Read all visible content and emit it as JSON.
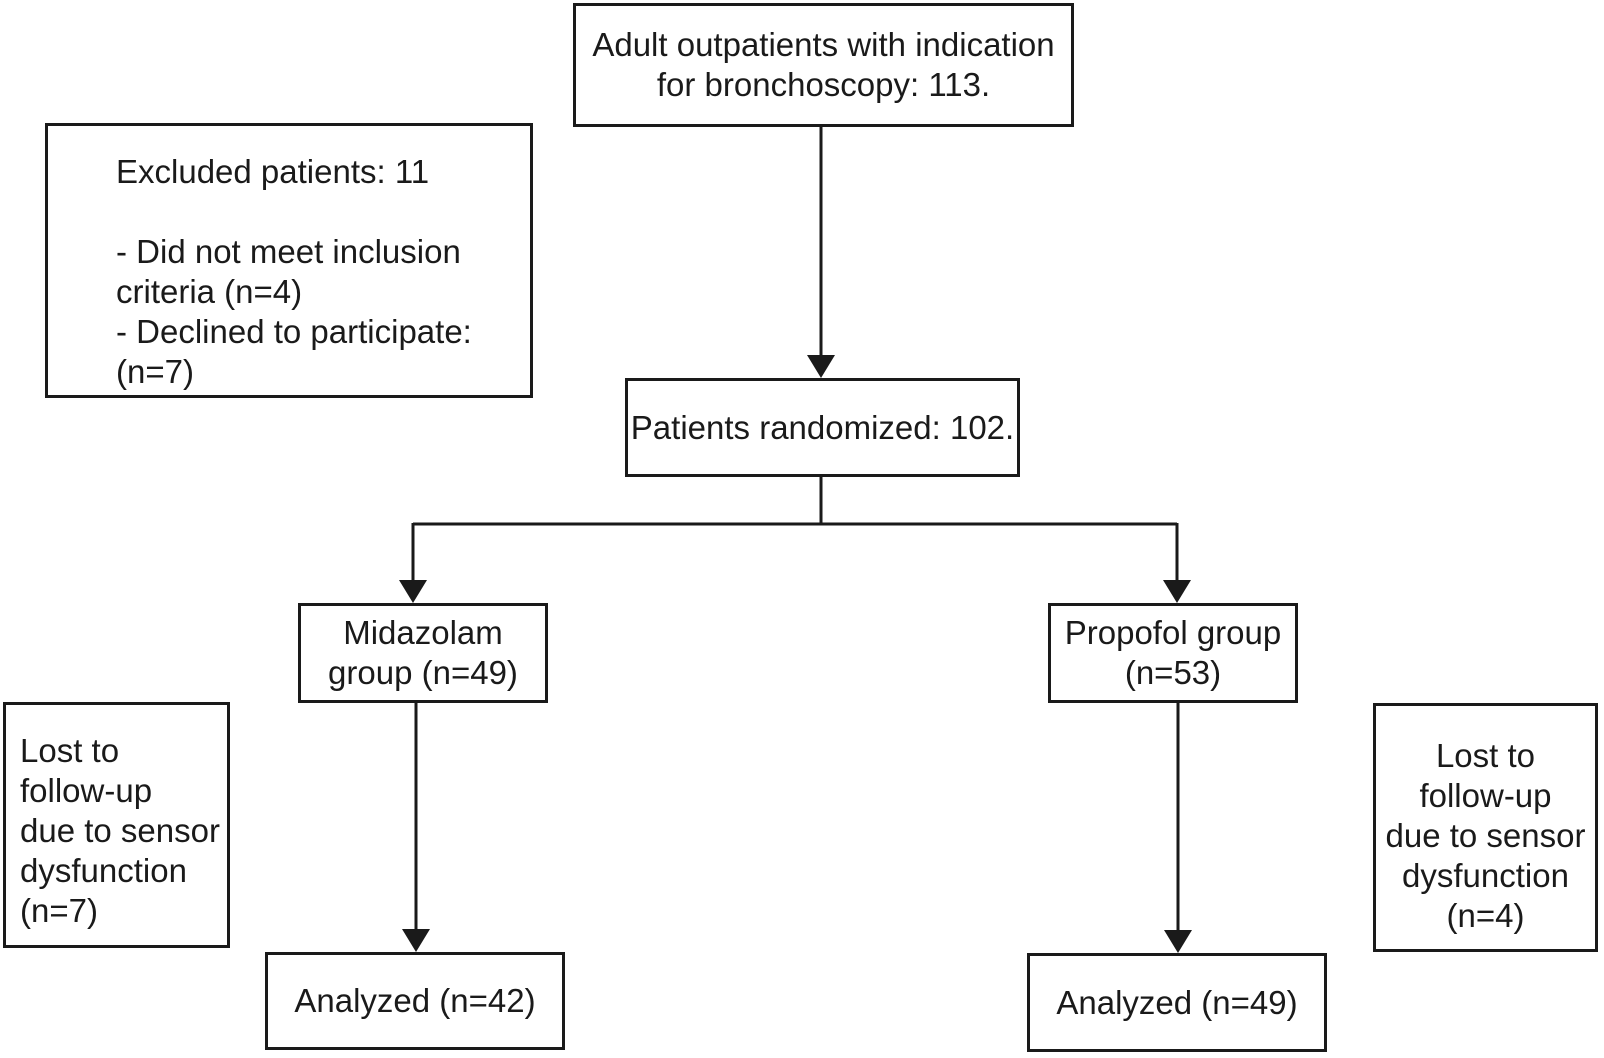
{
  "figure": {
    "type": "patient-flow-diagram",
    "background_color": "#ffffff",
    "line_color": "#1a1a1a",
    "nodes": {
      "enrollment": {
        "lines": [
          "Adult outpatients with indication",
          "for bronchoscopy: 113."
        ]
      },
      "excluded": {
        "lines": [
          "Excluded patients: 11",
          "",
          "- Did not meet inclusion",
          "criteria (n=4)",
          "- Declined to participate:",
          "(n=7)"
        ]
      },
      "randomized": {
        "lines": [
          "Patients randomized: 102."
        ]
      },
      "midazolam_group": {
        "lines": [
          "Midazolam",
          "group (n=49)"
        ]
      },
      "propofol_group": {
        "lines": [
          "Propofol group",
          "(n=53)"
        ]
      },
      "lost_followup_midazolam": {
        "lines": [
          "Lost to",
          "follow-up",
          "due to sensor",
          "dysfunction",
          "(n=7)"
        ]
      },
      "lost_followup_propofol": {
        "lines": [
          "Lost to",
          "follow-up",
          "due to sensor",
          "dysfunction",
          "(n=4)"
        ]
      },
      "analyzed_midazolam": {
        "lines": [
          "Analyzed (n=42)"
        ]
      },
      "analyzed_propofol": {
        "lines": [
          "Analyzed (n=49)"
        ]
      }
    }
  }
}
